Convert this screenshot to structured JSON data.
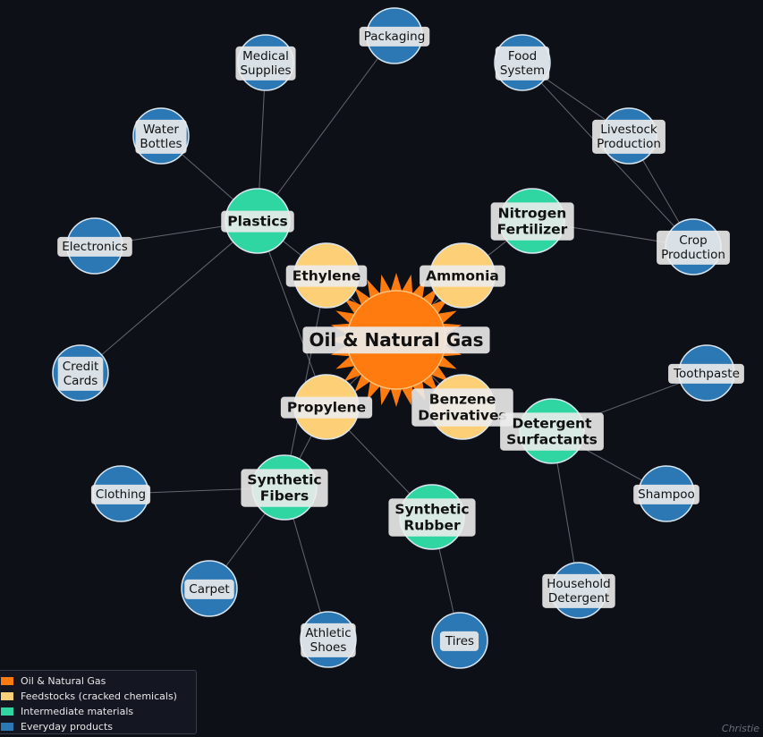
{
  "colors": {
    "source": "#ff7a0f",
    "feedstock": "#fdd077",
    "intermediate": "#2fd6a2",
    "product": "#2b78b4",
    "background": "#0e1018"
  },
  "nodes": [
    {
      "id": "oil",
      "label": "Oil & Natural Gas",
      "category": "source"
    },
    {
      "id": "ethylene",
      "label": "Ethylene",
      "category": "feedstock"
    },
    {
      "id": "ammonia",
      "label": "Ammonia",
      "category": "feedstock"
    },
    {
      "id": "propylene",
      "label": "Propylene",
      "category": "feedstock"
    },
    {
      "id": "benzene",
      "label": "Benzene\nDerivatives",
      "category": "feedstock"
    },
    {
      "id": "plastics",
      "label": "Plastics",
      "category": "intermediate"
    },
    {
      "id": "fertilizer",
      "label": "Nitrogen\nFertilizer",
      "category": "intermediate"
    },
    {
      "id": "fibers",
      "label": "Synthetic\nFibers",
      "category": "intermediate"
    },
    {
      "id": "rubber",
      "label": "Synthetic\nRubber",
      "category": "intermediate"
    },
    {
      "id": "detergent",
      "label": "Detergent\nSurfactants",
      "category": "intermediate"
    },
    {
      "id": "packaging",
      "label": "Packaging",
      "category": "product"
    },
    {
      "id": "medical",
      "label": "Medical\nSupplies",
      "category": "product"
    },
    {
      "id": "food",
      "label": "Food\nSystem",
      "category": "product"
    },
    {
      "id": "water",
      "label": "Water\nBottles",
      "category": "product"
    },
    {
      "id": "livestock",
      "label": "Livestock\nProduction",
      "category": "product"
    },
    {
      "id": "electronics",
      "label": "Electronics",
      "category": "product"
    },
    {
      "id": "crop",
      "label": "Crop\nProduction",
      "category": "product"
    },
    {
      "id": "credit",
      "label": "Credit\nCards",
      "category": "product"
    },
    {
      "id": "toothpaste",
      "label": "Toothpaste",
      "category": "product"
    },
    {
      "id": "clothing",
      "label": "Clothing",
      "category": "product"
    },
    {
      "id": "shampoo",
      "label": "Shampoo",
      "category": "product"
    },
    {
      "id": "carpet",
      "label": "Carpet",
      "category": "product"
    },
    {
      "id": "household",
      "label": "Household\nDetergent",
      "category": "product"
    },
    {
      "id": "shoes",
      "label": "Athletic\nShoes",
      "category": "product"
    },
    {
      "id": "tires",
      "label": "Tires",
      "category": "product"
    }
  ],
  "edges": [
    [
      "oil",
      "ethylene"
    ],
    [
      "oil",
      "ammonia"
    ],
    [
      "oil",
      "propylene"
    ],
    [
      "oil",
      "benzene"
    ],
    [
      "ethylene",
      "plastics"
    ],
    [
      "propylene",
      "plastics"
    ],
    [
      "ethylene",
      "fibers"
    ],
    [
      "propylene",
      "fibers"
    ],
    [
      "propylene",
      "rubber"
    ],
    [
      "ammonia",
      "fertilizer"
    ],
    [
      "benzene",
      "detergent"
    ],
    [
      "plastics",
      "packaging"
    ],
    [
      "plastics",
      "medical"
    ],
    [
      "plastics",
      "water"
    ],
    [
      "plastics",
      "electronics"
    ],
    [
      "plastics",
      "credit"
    ],
    [
      "fertilizer",
      "crop"
    ],
    [
      "crop",
      "livestock"
    ],
    [
      "crop",
      "food"
    ],
    [
      "livestock",
      "food"
    ],
    [
      "detergent",
      "toothpaste"
    ],
    [
      "detergent",
      "shampoo"
    ],
    [
      "detergent",
      "household"
    ],
    [
      "fibers",
      "clothing"
    ],
    [
      "fibers",
      "carpet"
    ],
    [
      "fibers",
      "shoes"
    ],
    [
      "rubber",
      "tires"
    ]
  ],
  "legend": [
    {
      "label": "Oil & Natural Gas",
      "category": "source"
    },
    {
      "label": "Feedstocks (cracked chemicals)",
      "category": "feedstock"
    },
    {
      "label": "Intermediate materials",
      "category": "intermediate"
    },
    {
      "label": "Everyday products",
      "category": "product"
    }
  ],
  "credit": "Christie"
}
